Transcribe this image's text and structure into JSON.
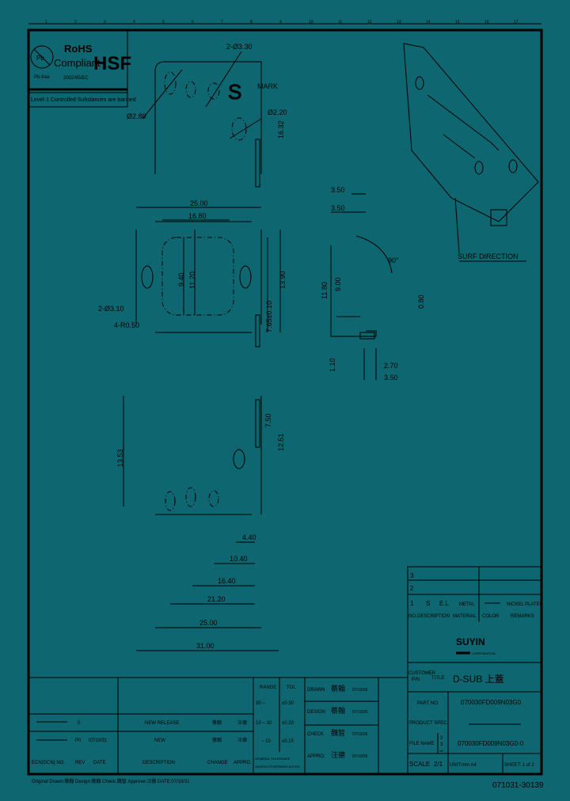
{
  "background_color": "#0d6670",
  "ruler_numbers": [
    "1",
    "2",
    "3",
    "4",
    "5",
    "6",
    "7",
    "8",
    "9",
    "10",
    "11",
    "12",
    "13",
    "14",
    "15",
    "16",
    "17"
  ],
  "rohs": {
    "title1": "RoHS",
    "title2": "Compliant",
    "hsf": "HSF",
    "directive": "2002/95/EC",
    "pb_label": "Pb",
    "pb_caption": "Pb-free",
    "banner": "Level-1 Controlled Substances are banned"
  },
  "dimensions": {
    "top_view": [
      "2-Ø3.30",
      "Ø2.80",
      "MARK",
      "Ø2.20",
      "16.32"
    ],
    "front_view": [
      "25.00",
      "16.80",
      "9.40",
      "11.20",
      "2-Ø3.10",
      "4-R0.50",
      "7.65±0.10",
      "13.90"
    ],
    "side_view": [
      "3.50",
      "3.50",
      "11.80",
      "9.00",
      "90°",
      "0.80",
      "1.10",
      "2.70",
      "3.50"
    ],
    "bottom_view": [
      "13.53",
      "7.50",
      "12.51",
      "4.40",
      "10.40",
      "16.40",
      "21.20",
      "25.00",
      "31.00"
    ]
  },
  "iso": {
    "label": "SURF DIRECTION"
  },
  "parts_table": {
    "rows": [
      {
        "no": "3"
      },
      {
        "no": "2"
      },
      {
        "no": "1",
        "description": "S",
        "material": "E.L",
        "metal": "METAL",
        "color": "",
        "remarks": "NICKEL PLATED"
      }
    ],
    "headers": [
      "NO.",
      "DESCRIPTION",
      "MATERIAL",
      "COLOR",
      "REMARKS"
    ]
  },
  "company": {
    "name": "SUYIN",
    "sub": "CORPORATION"
  },
  "title_block": {
    "customer_label": "CUSTOMER",
    "customer_label2": "P/N",
    "title_label": "TITLE",
    "title_value": "D-SUB 上蓋",
    "part_no_label": "PART NO.",
    "part_no_value": "070030FD009N03G0",
    "product_spec_label": "PRODUCT SPEC.",
    "product_spec_value": "",
    "file_name_label": "FILE NAME",
    "file_name_value": "070030FD009N03G0-0",
    "file_flags": [
      "2",
      "3",
      "NC"
    ],
    "scale_label": "SCALE",
    "scale_value": "2/1",
    "unit": "UNIT:mm A4",
    "sheet": "SHEET: 1 of 2"
  },
  "revision_block": {
    "rows": [
      {
        "ecn": "",
        "rev": "0",
        "date": "",
        "description": "NEW RELEASE",
        "change": "蔡翰",
        "approve": "汪德"
      },
      {
        "ecn": "",
        "rev": "P0",
        "date": "07/10/31",
        "description": "NEW",
        "change": "蔡翰",
        "approve": "汪德"
      }
    ],
    "headers": {
      "ecn": "ECN(DCN) NO.",
      "rev": "REV",
      "date": "DATE",
      "description": "DESCRIPTION",
      "change": "CHANGE",
      "approve": "APPRO."
    }
  },
  "tolerance": {
    "header_range": "RANGE",
    "header_tol": "TOL",
    "rows": [
      [
        "30 ~",
        "±0.30"
      ],
      [
        "10 ~ 30",
        "±0.20"
      ],
      [
        "~ 10",
        "±0.15"
      ]
    ],
    "note1": "GENERAL TOLERANCE",
    "note2": "UNLESS OTHERWISE NOTED"
  },
  "signoff": [
    {
      "role": "DRAWN",
      "name": "蔡翰",
      "date": "07/10/26"
    },
    {
      "role": "DESIGN",
      "name": "蔡翰",
      "date": "07/10/26"
    },
    {
      "role": "CHECK",
      "name": "魏智",
      "date": "07/10/26"
    },
    {
      "role": "APPRO.",
      "name": "汪德",
      "date": "07/10/26"
    }
  ],
  "footer": "Original Drawn:蔡翰 Design:蔡翰 Check:魏智 Approve:汪德 DATE:07/10/31",
  "doc_number": "071031-30139"
}
